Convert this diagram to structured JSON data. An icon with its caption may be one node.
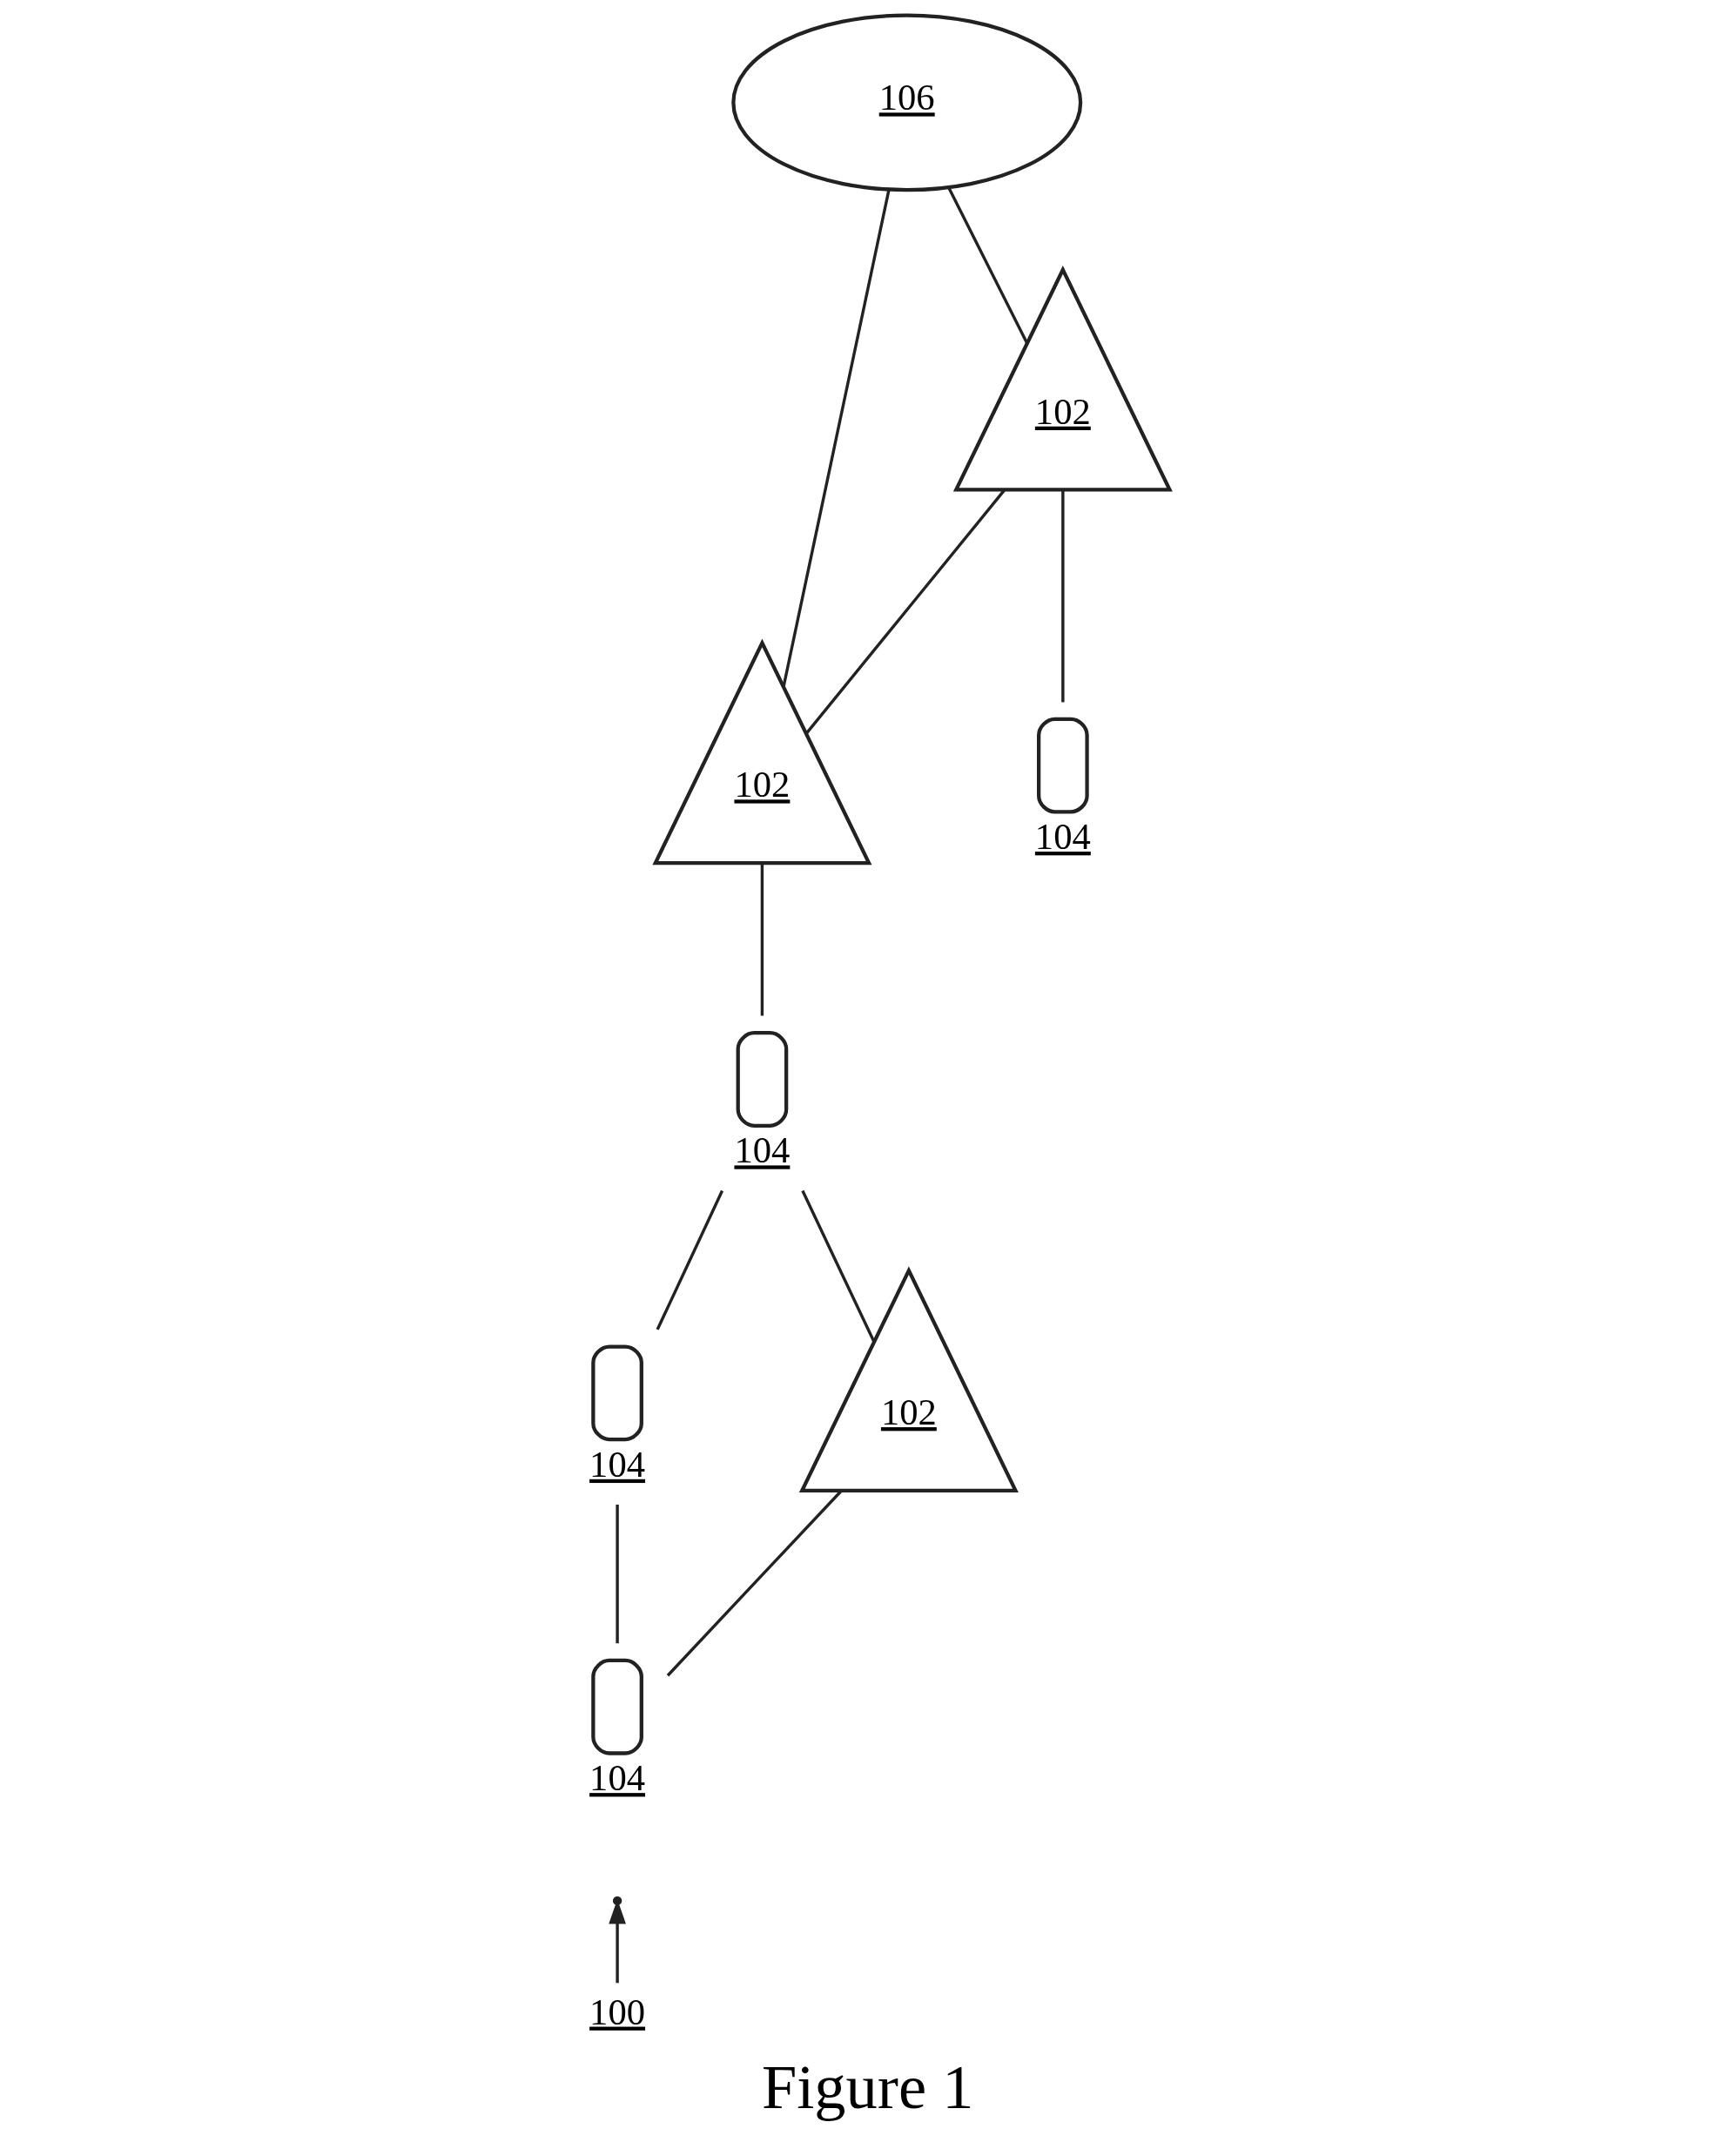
{
  "diagram": {
    "caption": "Figure 1",
    "nodes": [
      {
        "text": [
          "106"
        ]
      },
      {
        "text": [
          "102"
        ]
      },
      {
        "text": [
          "102"
        ]
      },
      {
        "text": [
          "104"
        ]
      },
      {
        "text": [
          "104"
        ]
      },
      {
        "text": [
          "104"
        ]
      },
      {
        "text": [
          "102"
        ]
      },
      {
        "text": [
          "104"
        ]
      },
      {
        "text": [
          "100"
        ]
      }
    ],
    "edges": [
      {
        "from": 0,
        "to": 1,
        "arrow": "none"
      },
      {
        "from": 0,
        "to": 2,
        "arrow": "none"
      },
      {
        "from": 1,
        "to": 2,
        "arrow": "none"
      },
      {
        "from": 1,
        "to": 3,
        "arrow": "none"
      },
      {
        "from": 2,
        "to": 4,
        "arrow": "none"
      },
      {
        "from": 4,
        "to": 6,
        "arrow": "none"
      },
      {
        "from": 4,
        "to": 5,
        "arrow": "none"
      },
      {
        "from": 5,
        "to": 7,
        "arrow": "none"
      },
      {
        "from": 7,
        "to": 6,
        "arrow": "none"
      },
      {
        "from": 8,
        "to": null,
        "arrow": "to"
      }
    ]
  }
}
